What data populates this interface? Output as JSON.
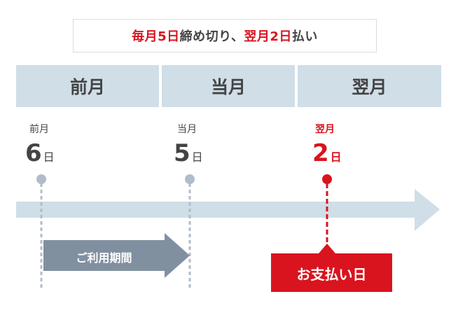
{
  "title": {
    "part1": "毎月5日",
    "part2": "締め切り、",
    "part3": "翌月2日",
    "part4": "払い"
  },
  "headers": [
    "前月",
    "当月",
    "翌月"
  ],
  "points": [
    {
      "month": "前月",
      "day": "6",
      "unit": "日"
    },
    {
      "month": "当月",
      "day": "5",
      "unit": "日"
    },
    {
      "month": "翌月",
      "day": "2",
      "unit": "日"
    }
  ],
  "usage_period_label": "ご利用期間",
  "payment_day_label": "お支払い日",
  "colors": {
    "accent": "#d9141e",
    "header_bg": "#cfdee7",
    "period_arrow": "#8190a0",
    "dot": "#b0bcc9"
  }
}
